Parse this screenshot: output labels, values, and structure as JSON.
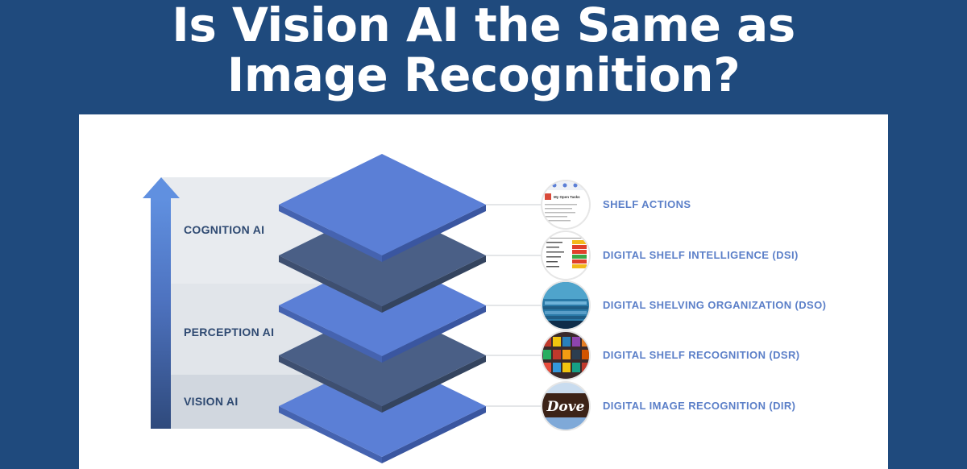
{
  "headline": {
    "line1": "Is Vision AI the Same as",
    "line2": "Image Recognition?"
  },
  "levels": [
    {
      "label": "COGNITION AI"
    },
    {
      "label": "PERCEPTION AI"
    },
    {
      "label": "VISION AI"
    }
  ],
  "items": [
    {
      "label": "SHELF ACTIONS",
      "thumbnail": "app-screenshot"
    },
    {
      "label": "DIGITAL SHELF INTELLIGENCE (DSI)",
      "thumbnail": "data-table"
    },
    {
      "label": "DIGITAL SHELVING ORGANIZATION (DSO)",
      "thumbnail": "store-aisle-photo"
    },
    {
      "label": "DIGITAL SHELF RECOGNITION (DSR)",
      "thumbnail": "shelf-photo"
    },
    {
      "label": "DIGITAL IMAGE RECOGNITION (DIR)",
      "thumbnail": "dove-product-photo"
    }
  ],
  "thumb_texts": {
    "app_title": "My Open Tasks",
    "dove": "Dove"
  },
  "colors": {
    "background": "#1f4a7d",
    "layer_light": "#5b7fd6",
    "layer_dark": "#4a5f86",
    "label_dark": "#2f4a72",
    "label_accent": "#5b7fc8"
  }
}
